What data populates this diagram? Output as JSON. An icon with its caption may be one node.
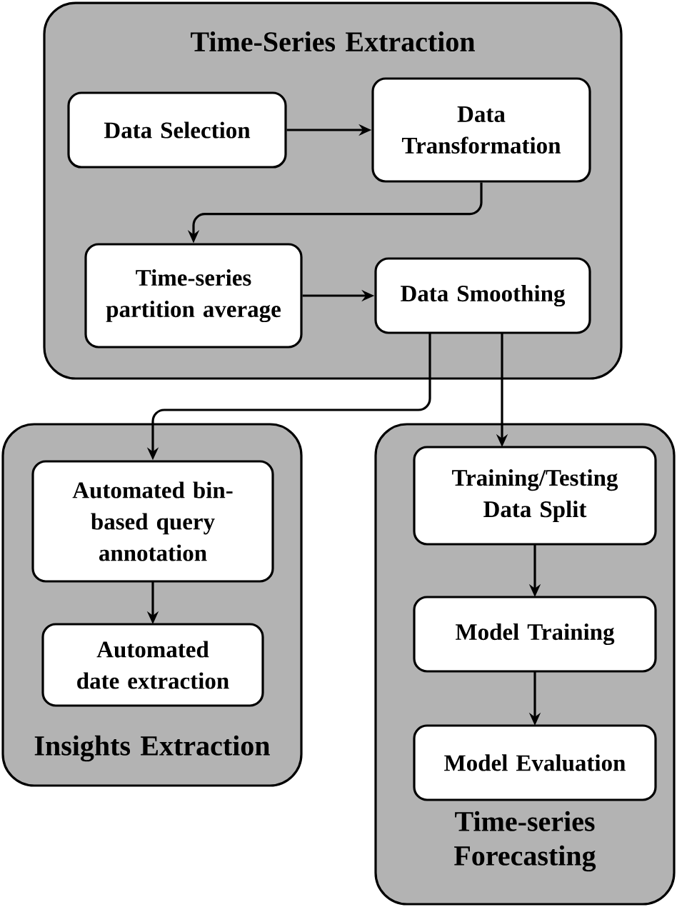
{
  "diagram": {
    "nodes": [
      {
        "text": [
          "Time-Series Extraction"
        ]
      },
      {
        "text": [
          "Data Selection"
        ],
        "in": 0
      },
      {
        "text": [
          "Data Transformation"
        ],
        "in": 0
      },
      {
        "text": [
          "Time-series partition average"
        ],
        "in": 0
      },
      {
        "text": [
          "Data Smoothing"
        ],
        "in": 0
      },
      {
        "text": [
          "Insights Extraction"
        ]
      },
      {
        "text": [
          "Automated bin-based query annotation"
        ],
        "in": 5
      },
      {
        "text": [
          "Automated date extraction"
        ],
        "in": 5
      },
      {
        "text": [
          "Time-series Forecasting"
        ]
      },
      {
        "text": [
          "Training/Testing Data Split"
        ],
        "in": 8
      },
      {
        "text": [
          "Model Training"
        ],
        "in": 8
      },
      {
        "text": [
          "Model Evaluation"
        ],
        "in": 8
      }
    ],
    "edges": [
      {
        "from": 1,
        "to": 2,
        "arrow": "to"
      },
      {
        "from": 2,
        "to": 3,
        "arrow": "to"
      },
      {
        "from": 3,
        "to": 4,
        "arrow": "to"
      },
      {
        "from": 4,
        "to": 6,
        "arrow": "to"
      },
      {
        "from": 4,
        "to": 9,
        "arrow": "to"
      },
      {
        "from": 6,
        "to": 7,
        "arrow": "to"
      },
      {
        "from": 9,
        "to": 10,
        "arrow": "to"
      },
      {
        "from": 10,
        "to": 11,
        "arrow": "to"
      }
    ]
  }
}
